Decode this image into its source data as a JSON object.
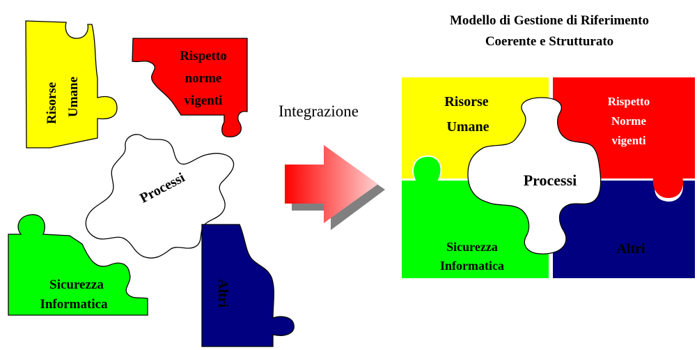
{
  "title": {
    "line1": "Modello di Gestione di Riferimento",
    "line2": "Coerente e Strutturato"
  },
  "arrow_label": "Integrazione",
  "scattered": {
    "risorse": {
      "line1": "Risorse",
      "line2": "Umane"
    },
    "rispetto": {
      "line1": "Rispetto",
      "line2": "norme",
      "line3": "vigenti"
    },
    "processi": "Processi",
    "sicurezza": {
      "line1": "Sicurezza",
      "line2": "Informatica"
    },
    "altri": "Altri"
  },
  "assembled": {
    "risorse": {
      "line1": "Risorse",
      "line2": "Umane"
    },
    "rispetto": {
      "line1": "Rispetto",
      "line2": "Norme",
      "line3": "vigenti"
    },
    "processi": "Processi",
    "sicurezza": {
      "line1": "Sicurezza",
      "line2": "Informatica"
    },
    "altri": "Altri"
  },
  "colors": {
    "yellow": "#ffff00",
    "red": "#ff0000",
    "green": "#00ff00",
    "navy": "#000080",
    "white": "#ffffff",
    "arrow_start": "#ff0000",
    "arrow_end": "#ffc8c8",
    "arrow_shadow": "#808080"
  }
}
